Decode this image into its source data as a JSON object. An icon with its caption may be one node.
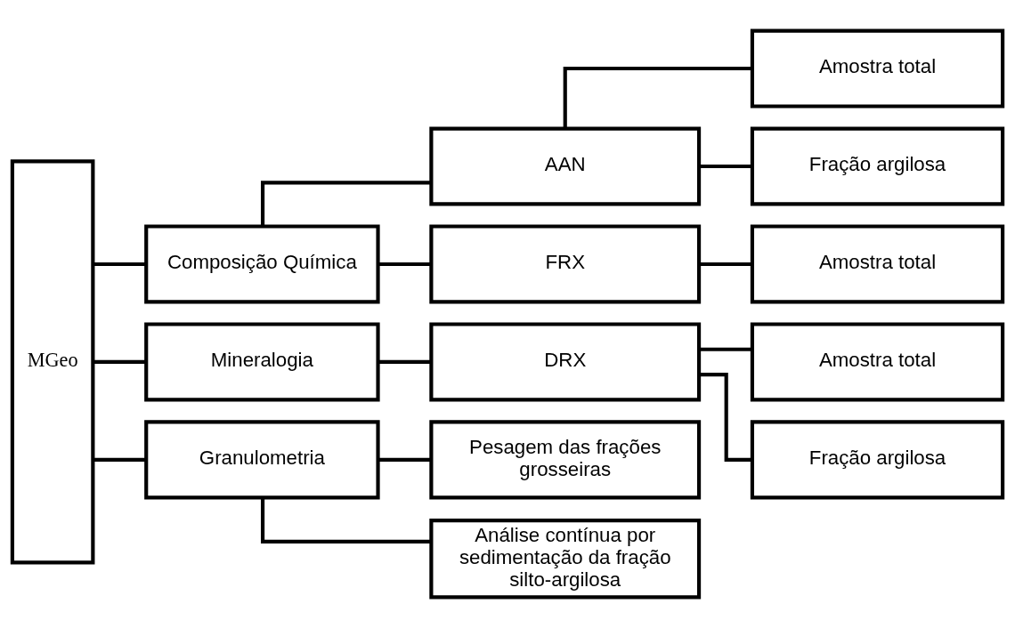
{
  "diagram": {
    "nodes": [
      {
        "text": [
          "MGeo"
        ]
      },
      {
        "text": [
          "Composição Química"
        ]
      },
      {
        "text": [
          "Mineralogia"
        ]
      },
      {
        "text": [
          "Granulometria"
        ]
      },
      {
        "text": [
          "AAN"
        ]
      },
      {
        "text": [
          "FRX"
        ]
      },
      {
        "text": [
          "DRX"
        ]
      },
      {
        "text": [
          "Pesagem das frações grosseiras"
        ]
      },
      {
        "text": [
          "Análise contínua por sedimentação da fração silto-argilosa"
        ]
      },
      {
        "text": [
          "Amostra total"
        ]
      },
      {
        "text": [
          "Fração argilosa"
        ]
      },
      {
        "text": [
          "Amostra total"
        ]
      },
      {
        "text": [
          "Amostra total"
        ]
      },
      {
        "text": [
          "Fração argilosa"
        ]
      }
    ],
    "edges": [
      {
        "from": 0,
        "to": 1,
        "arrow": "none"
      },
      {
        "from": 0,
        "to": 2,
        "arrow": "none"
      },
      {
        "from": 0,
        "to": 3,
        "arrow": "none"
      },
      {
        "from": 1,
        "to": 4,
        "arrow": "none"
      },
      {
        "from": 1,
        "to": 5,
        "arrow": "none"
      },
      {
        "from": 2,
        "to": 6,
        "arrow": "none"
      },
      {
        "from": 3,
        "to": 7,
        "arrow": "none"
      },
      {
        "from": 3,
        "to": 8,
        "arrow": "none"
      },
      {
        "from": 4,
        "to": 9,
        "arrow": "none"
      },
      {
        "from": 4,
        "to": 10,
        "arrow": "none"
      },
      {
        "from": 5,
        "to": 11,
        "arrow": "none"
      },
      {
        "from": 6,
        "to": 12,
        "arrow": "none"
      },
      {
        "from": 6,
        "to": 13,
        "arrow": "none"
      }
    ]
  }
}
